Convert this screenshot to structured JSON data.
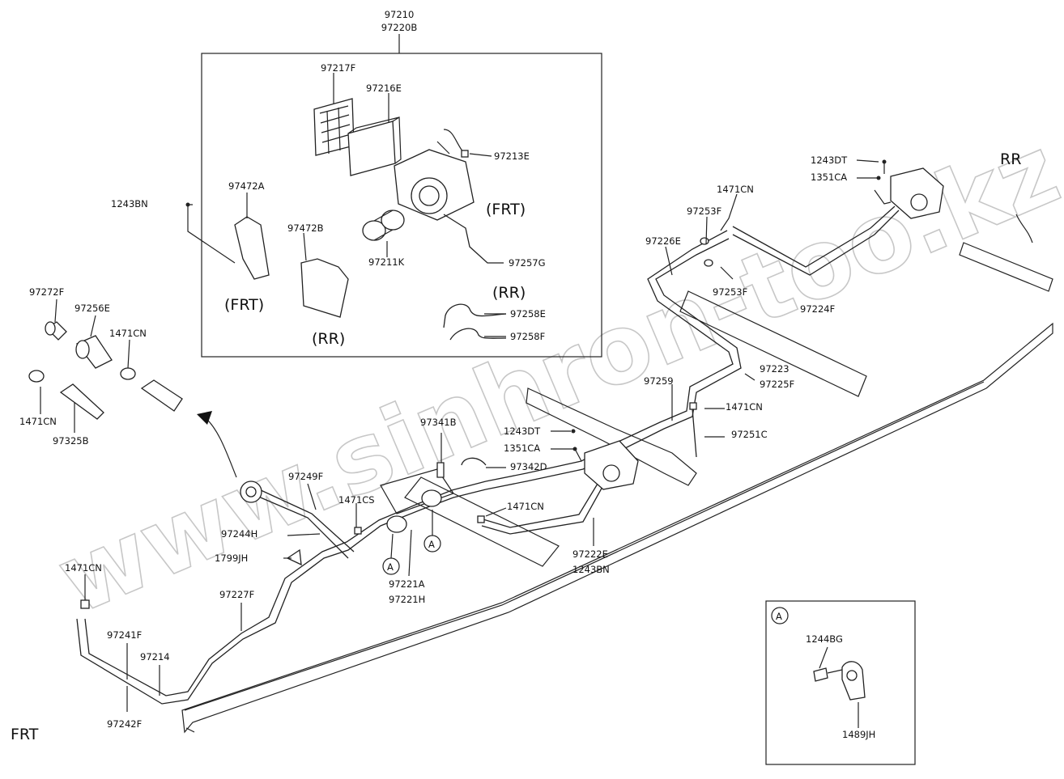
{
  "orientation": {
    "front": "FRT",
    "rear": "RR"
  },
  "watermark": "www.sinhron-too.kz",
  "labels": {
    "top_a": "97210",
    "top_b": "97220B",
    "p97217F": "97217F",
    "p97216E": "97216E",
    "p97213E": "97213E",
    "p97472A": "97472A",
    "p97472B": "97472B",
    "p97211K": "97211K",
    "p97257G": "97257G",
    "p97258E": "97258E",
    "p97258F": "97258F",
    "p1243BN_a": "1243BN",
    "p97272F": "97272F",
    "p97256E": "97256E",
    "p1471CN_a": "1471CN",
    "p1471CN_b": "1471CN",
    "p97325B": "97325B",
    "p1243DT_a": "1243DT",
    "p1351CA_a": "1351CA",
    "p1471CN_c": "1471CN",
    "p97253F_a": "97253F",
    "p97226E": "97226E",
    "p97253F_b": "97253F",
    "p97224F": "97224F",
    "p97223": "97223",
    "p97225F": "97225F",
    "p97259": "97259",
    "p1471CN_d": "1471CN",
    "p97251C": "97251C",
    "p97341B": "97341B",
    "p1243DT_b": "1243DT",
    "p1351CA_b": "1351CA",
    "p97342D": "97342D",
    "p97249F": "97249F",
    "p1471CS": "1471CS",
    "p1471CN_e": "1471CN",
    "p97244H": "97244H",
    "p1799JH": "1799JH",
    "p97221A": "97221A",
    "p97221H": "97221H",
    "p97222E": "97222E",
    "p1243BN_b": "1243BN",
    "p1471CN_f": "1471CN",
    "p97227F": "97227F",
    "p97241F": "97241F",
    "p97214": "97214",
    "p97242F": "97242F",
    "p1244BG": "1244BG",
    "p1489JH": "1489JH"
  },
  "view_markers": {
    "frt_heater": "(FRT)",
    "frt_bracket": "(FRT)",
    "rr_bracket": "(RR)",
    "rr_hoses": "(RR)"
  },
  "reference_marker": "A"
}
